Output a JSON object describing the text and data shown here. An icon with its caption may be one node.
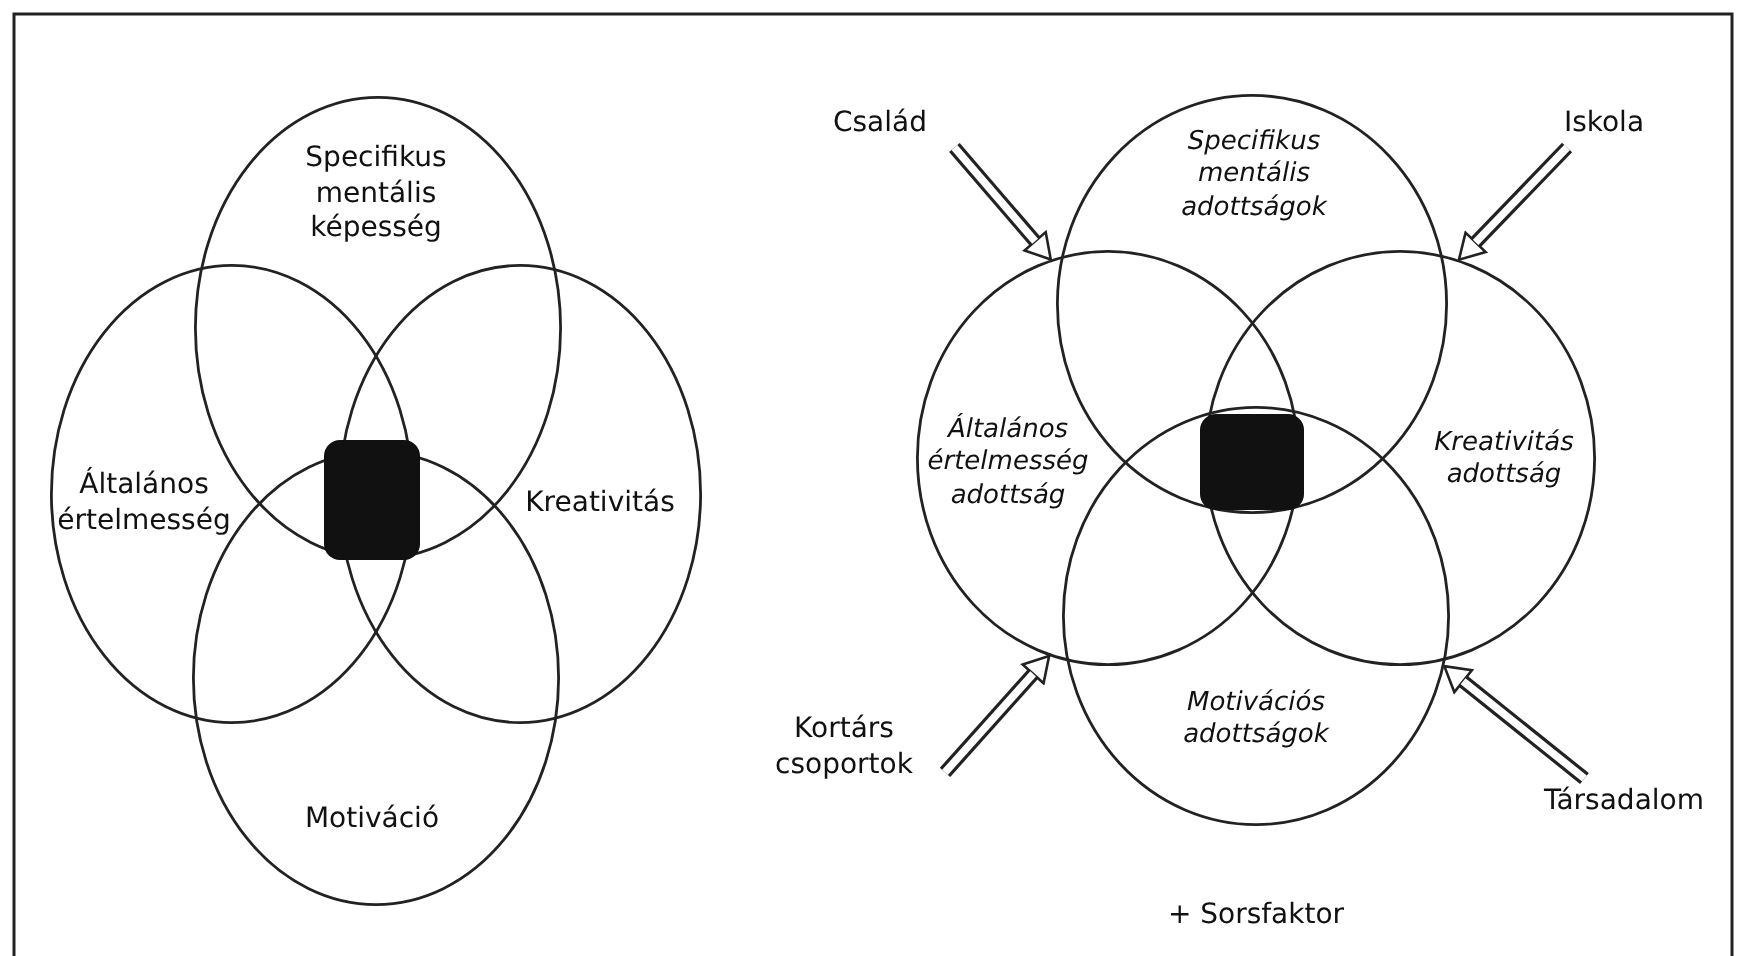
{
  "diagram": {
    "nodes": [
      {
        "text": [
          "Specifikus mentális képesség"
        ]
      },
      {
        "text": [
          "Általános értelmesség"
        ]
      },
      {
        "text": [
          "Kreativitás"
        ]
      },
      {
        "text": [
          "Motiváció"
        ]
      },
      {
        "text": [
          "Család"
        ]
      },
      {
        "text": [
          "Specifikus mentális adottságok"
        ]
      },
      {
        "text": [
          "Iskola"
        ]
      },
      {
        "text": [
          "Általános értelmesség adottság"
        ]
      },
      {
        "text": [
          "Kreativitás adottság"
        ]
      },
      {
        "text": [
          "Kortárs csoportok"
        ]
      },
      {
        "text": [
          "Motivációs adottságok"
        ]
      },
      {
        "text": [
          "Társadalom"
        ]
      }
    ],
    "edges": [
      {
        "from": 4,
        "to": 7,
        "arrow": "to"
      },
      {
        "from": 6,
        "to": 8,
        "arrow": "to"
      },
      {
        "from": 9,
        "to": 7,
        "arrow": "to"
      },
      {
        "from": 11,
        "to": 10,
        "arrow": "to"
      }
    ],
    "labels": [
      "+ Sorsfaktor"
    ]
  }
}
